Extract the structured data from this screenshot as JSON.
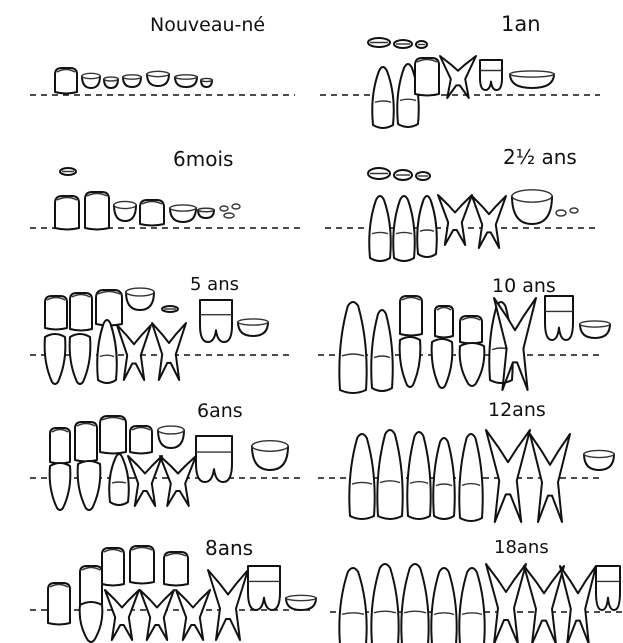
{
  "panels": [
    {
      "id": "newborn",
      "label": "Nouveau-né"
    },
    {
      "id": "1y",
      "label": "1an"
    },
    {
      "id": "6m",
      "label": "6mois"
    },
    {
      "id": "2_5y",
      "label": "2½ ans"
    },
    {
      "id": "5y",
      "label": "5 ans"
    },
    {
      "id": "10y",
      "label": "10 ans"
    },
    {
      "id": "6y",
      "label": "6ans"
    },
    {
      "id": "12y",
      "label": "12ans"
    },
    {
      "id": "8y",
      "label": "8ans"
    },
    {
      "id": "18y",
      "label": "18ans"
    }
  ]
}
